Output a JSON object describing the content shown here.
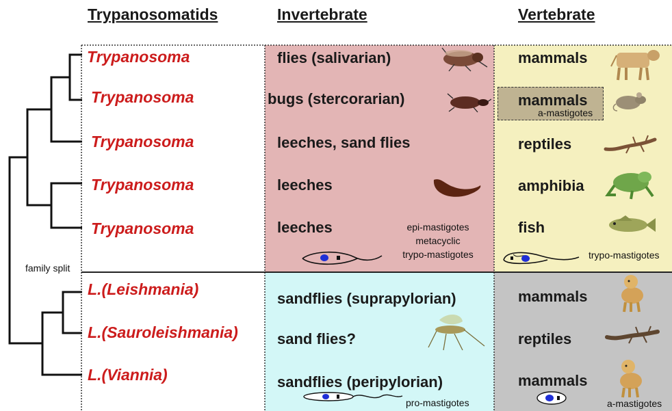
{
  "headers": {
    "trypanosomatids": "Trypanosomatids",
    "invertebrate": "Invertebrate",
    "vertebrate": "Vertebrate"
  },
  "colors": {
    "invertebrate_trypanosoma_bg": "#e3b5b5",
    "invertebrate_leishmania_bg": "#d3f7f7",
    "vertebrate_trypanosoma_bg": "#f5f0bf",
    "vertebrate_leishmania_bg": "#c4c4c4",
    "genus_text": "#cc1c1c",
    "highlight_box": "#bfb392"
  },
  "tree": {
    "family_split_label": "family split"
  },
  "rows": [
    {
      "genus": "Trypanosoma",
      "invertebrate": "flies (salivarian)",
      "vertebrate": "mammals",
      "inv_icon": "tsetse-fly-icon",
      "vert_icon": "cow-icon"
    },
    {
      "genus": "Trypanosoma",
      "invertebrate": "bugs (stercorarian)",
      "vertebrate": "mammals",
      "vertebrate_note": "a-mastigotes",
      "inv_icon": "kissing-bug-icon",
      "vert_icon": "mouse-icon"
    },
    {
      "genus": "Trypanosoma",
      "invertebrate": "leeches, sand flies",
      "vertebrate": "reptiles",
      "vert_icon": "lizard-icon"
    },
    {
      "genus": "Trypanosoma",
      "invertebrate": "leeches",
      "vertebrate": "amphibia",
      "inv_icon": "leech-icon",
      "vert_icon": "frog-icon"
    },
    {
      "genus": "Trypanosoma",
      "invertebrate": "leeches",
      "vertebrate": "fish",
      "vert_icon": "fish-icon"
    },
    {
      "genus": "L.(Leishmania)",
      "invertebrate": "sandflies (suprapylorian)",
      "vertebrate": "mammals",
      "vert_icon": "dog-icon"
    },
    {
      "genus": "L.(Sauroleishmania)",
      "invertebrate": "sand flies?",
      "vertebrate": "reptiles",
      "inv_icon": "sandfly-icon",
      "vert_icon": "lizard-icon"
    },
    {
      "genus": "L.(Viannia)",
      "invertebrate": "sandflies (peripylorian)",
      "vertebrate": "mammals",
      "vert_icon": "dog-icon"
    }
  ],
  "stage_labels": {
    "invertebrate_trypanosoma": [
      "epi-mastigotes",
      "metacyclic",
      "trypo-mastigotes"
    ],
    "vertebrate_trypanosoma": "trypo-mastigotes",
    "invertebrate_leishmania": "pro-mastigotes",
    "vertebrate_leishmania": "a-mastigotes"
  }
}
